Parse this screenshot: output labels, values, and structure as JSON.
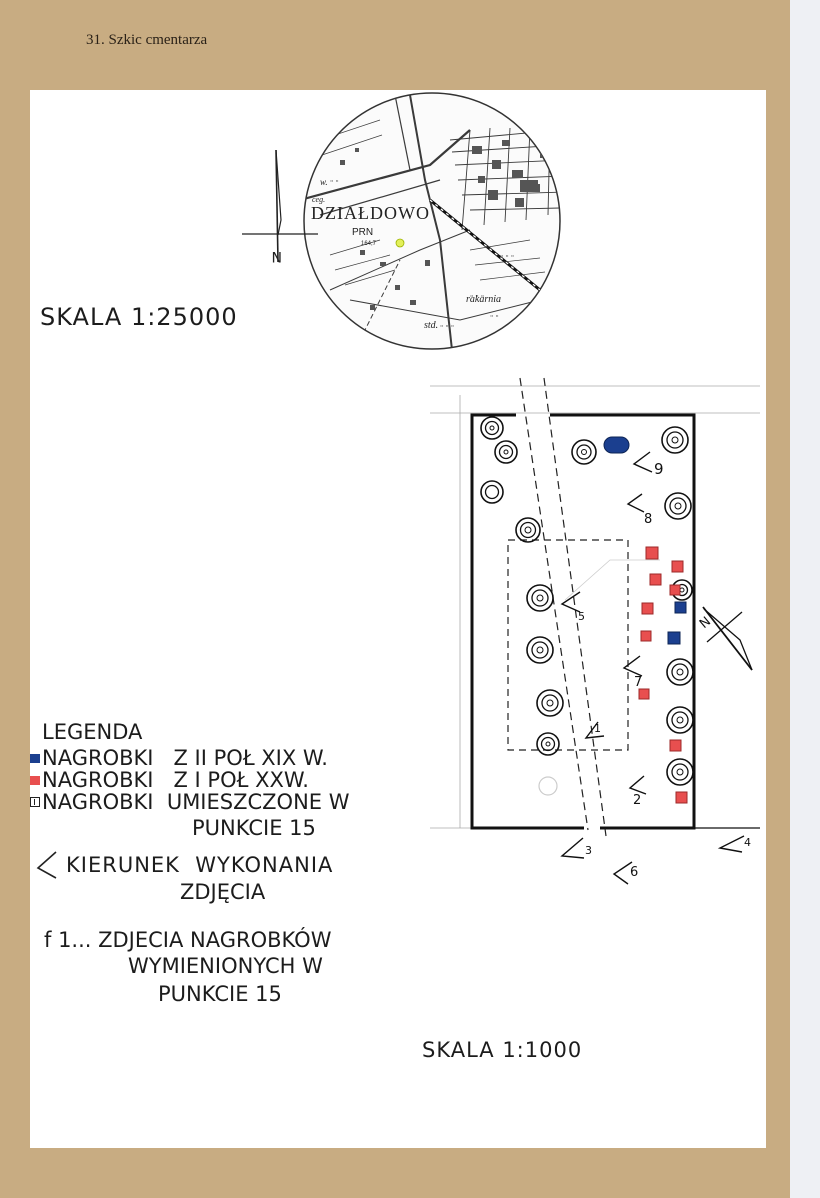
{
  "page": {
    "title": "31. Szkic cmentarza"
  },
  "locator_map": {
    "town_label": "DZIAŁDOWO",
    "label_prn": "PRN",
    "label_height": "164,7",
    "label_w": "w.",
    "label_cegielnia": "ceg.",
    "label_szkarnia": "rakarnia",
    "label_std": "std.",
    "north_letter": "N",
    "scale": "SKALA 1:25000"
  },
  "plan": {
    "scale": "SKALA 1:1000",
    "north_letter": "N",
    "photo_points": [
      "9",
      "8",
      "5",
      "7",
      "1",
      "2",
      "3",
      "6",
      "4"
    ]
  },
  "legend": {
    "title": "LEGENDA",
    "items": [
      {
        "symbol": "blue-square",
        "label": "NAGROBKI   Z II POŁ XIX W."
      },
      {
        "symbol": "red-square",
        "label": "NAGROBKI   Z I POŁ XXW."
      },
      {
        "symbol": "boxed-square",
        "label": "NAGROBKI  UMIESZCZONE W"
      }
    ],
    "item3_cont": "PUNKCIE 15",
    "direction_label": "KIERUNEK  WYKONANIA",
    "direction_cont": "ZDJĘCIA",
    "photos_line1": "f 1... ZDJECIA NAGROBKÓW",
    "photos_line2": "WYMIENIONYCH W",
    "photos_line3": "PUNKCIE 15"
  },
  "colors": {
    "red": "#e84f4f",
    "blue": "#1b3f8f",
    "board": "#c8ac82"
  }
}
